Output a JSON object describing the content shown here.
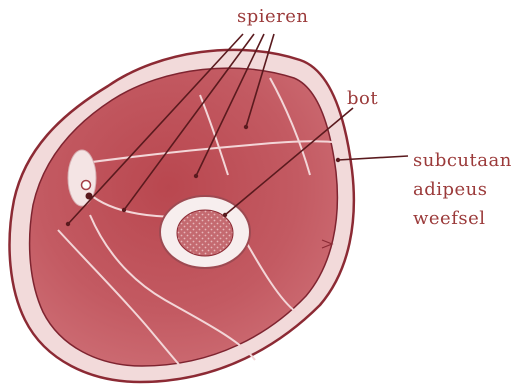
{
  "labels": {
    "muscles": "spieren",
    "bone": "bot",
    "subcutaneous_line1": "subcutaan",
    "subcutaneous_line2": "adipeus",
    "subcutaneous_line3": "weefsel"
  },
  "colors": {
    "muscle": "#c0585f",
    "muscle_dark": "#a43f48",
    "fat": "#f2dada",
    "skin_outline": "#8c2a34",
    "bone_cortex": "#f7eeee",
    "marrow": "#c46a70",
    "label_text": "#9b3a3a",
    "pointer_line": "#5a1a1e"
  }
}
